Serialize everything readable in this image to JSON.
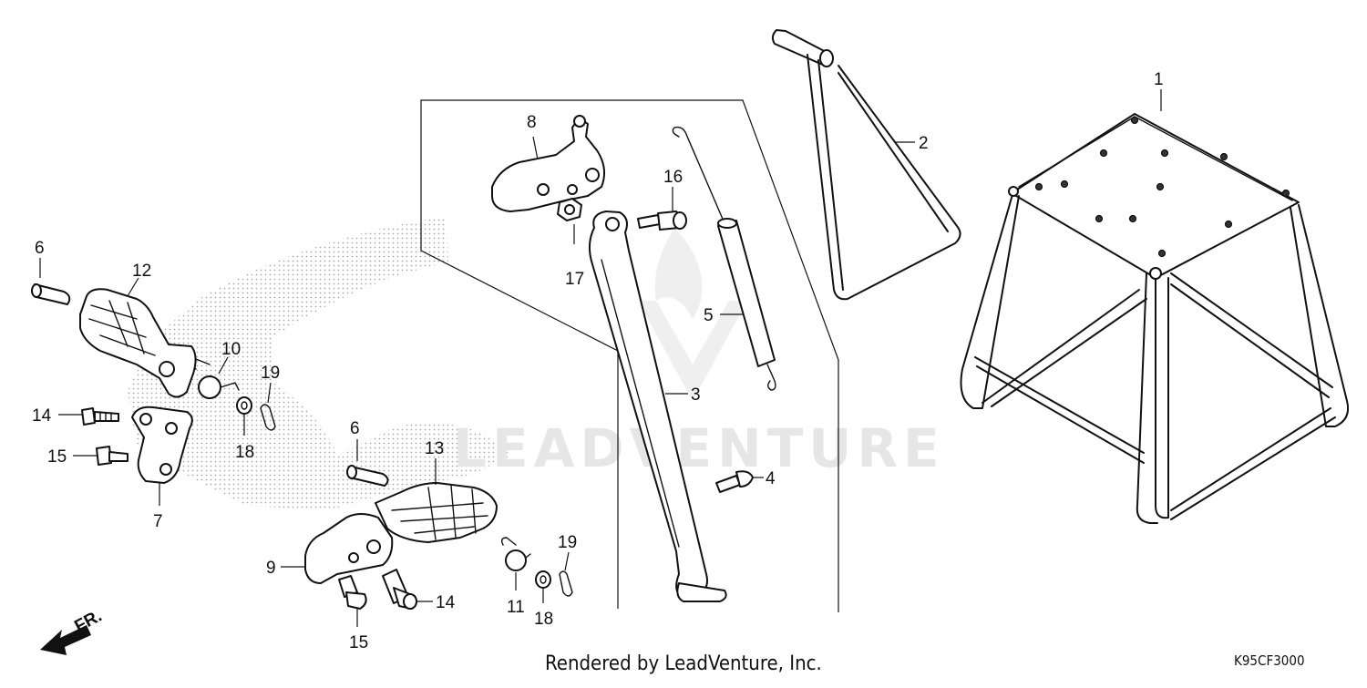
{
  "diagram": {
    "watermark_text": "LEADVENTURE",
    "front_label": "FR.",
    "credit": "Rendered by LeadVenture, Inc.",
    "diagram_code": "K95CF3000",
    "callouts": [
      "1",
      "2",
      "3",
      "4",
      "5",
      "6",
      "6",
      "7",
      "8",
      "9",
      "10",
      "11",
      "12",
      "13",
      "14",
      "14",
      "15",
      "15",
      "16",
      "17",
      "18",
      "18",
      "19",
      "19"
    ]
  }
}
